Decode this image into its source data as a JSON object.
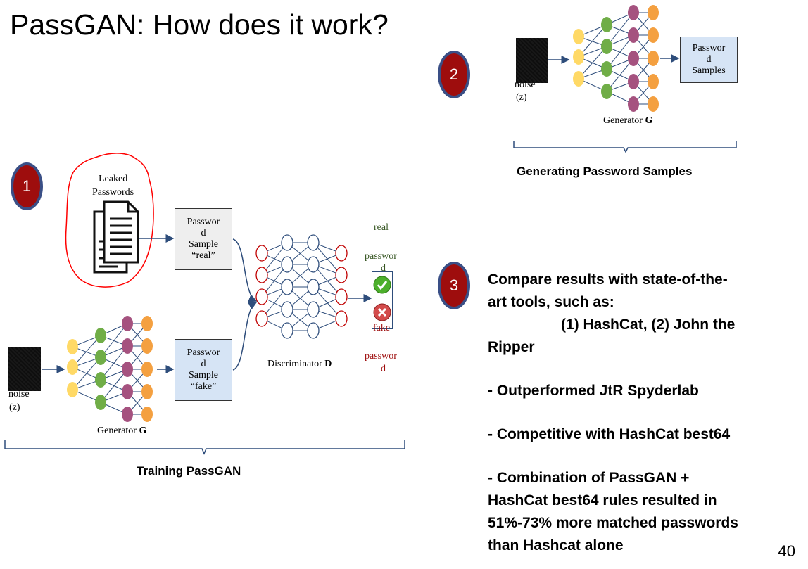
{
  "slide": {
    "title": "PassGAN: How does it work?",
    "page_number": "40"
  },
  "steps": [
    "1",
    "2",
    "3"
  ],
  "training": {
    "leaked_label_line1": "Leaked",
    "leaked_label_line2": "Passwords",
    "real_box_lines": [
      "Passwor",
      "d",
      "Sample",
      "“real”"
    ],
    "fake_box_lines": [
      "Passwor",
      "d",
      "Sample",
      "“fake”"
    ],
    "noise_label": "noise",
    "noise_sub": "(z)",
    "generator_label": "Generator",
    "generator_symbol": "G",
    "discriminator_label": "Discriminator",
    "discriminator_symbol": "D",
    "real_label_line1": "real",
    "real_label_line2": "passwor",
    "real_label_line3": "d",
    "fake_label_line1": "fake",
    "fake_label_line2": "passwor",
    "fake_label_line3": "d",
    "caption": "Training PassGAN"
  },
  "generating": {
    "noise_label": "noise",
    "noise_sub": "(z)",
    "generator_label": "Generator",
    "generator_symbol": "G",
    "output_box_lines": [
      "Passwor",
      "d",
      "Samples"
    ],
    "caption": "Generating Password Samples"
  },
  "compare": {
    "lines": [
      "Compare results with state-of-the-",
      "art tools, such as:",
      "(1) HashCat, (2) John the",
      "Ripper",
      "",
      "- Outperformed JtR Spyderlab",
      "",
      "- Competitive with HashCat best64",
      "",
      "- Combination of PassGAN +",
      "HashCat best64 rules resulted in",
      "51%-73% more matched passwords",
      "than Hashcat alone"
    ]
  },
  "colors": {
    "step_fill": "#9e0d0d",
    "step_ring": "#3a4f86",
    "node_yellow": "#ffd966",
    "node_green": "#70ad47",
    "node_purple": "#a5527f",
    "node_orange": "#f4a040",
    "real_text": "#375623",
    "fake_text": "#9e0d0d",
    "arrow": "#2e4d7b",
    "highlight_red": "#ff0000"
  }
}
